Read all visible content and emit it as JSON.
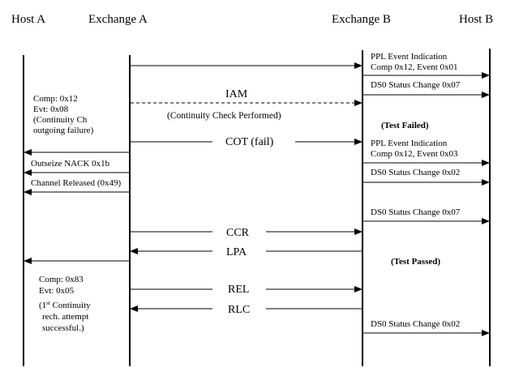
{
  "headers": {
    "host_a": "Host A",
    "exchange_a": "Exchange A",
    "exchange_b": "Exchange B",
    "host_b": "Host B"
  },
  "messages": {
    "iam": "IAM",
    "iam_note": "(Continuity Check Performed)",
    "cot": "COT (fail)",
    "ccr": "CCR",
    "lpa": "LPA",
    "rel": "REL",
    "rlc": "RLC"
  },
  "host_a_notes": {
    "comp_0x12": "Comp: 0x12",
    "evt_0x08": "Evt: 0x08",
    "continuity_ch": "(Continuity Ch",
    "outgoing_failure": "outgoing failure)",
    "outseize_nack": "Outseize NACK 0x1b",
    "channel_released": "Channel Released (0x49)",
    "comp_0x83": "Comp: 0x83",
    "evt_0x05": "Evt: 0x05",
    "first_prefix": "(1",
    "first_sup": "st",
    "first_suffix": " Continuity",
    "rech_attempt": "rech. attempt",
    "successful": "successful.)"
  },
  "host_b_notes": {
    "ppl_1": "PPL Event Indication",
    "comp_event_1": "Comp 0x12, Event 0x01",
    "ds0_07_a": "DS0 Status Change 0x07",
    "test_failed": "(Test Failed)",
    "ppl_2": "PPL Event Indication",
    "comp_event_2": "Comp 0x12, Event 0x03",
    "ds0_02_a": "DS0 Status Change 0x02",
    "ds0_07_b": "DS0 Status Change 0x07",
    "test_passed": "(Test Passed)",
    "ds0_02_b": "DS0 Status Change 0x02"
  }
}
